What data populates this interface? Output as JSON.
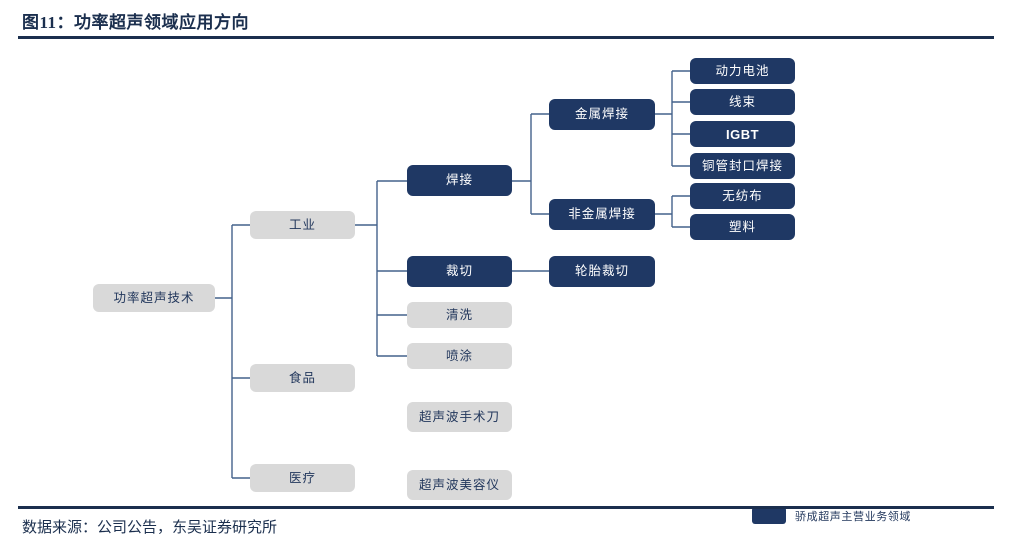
{
  "header": {
    "title": "图11：功率超声领域应用方向"
  },
  "footer": {
    "source": "数据来源：公司公告，东吴证券研究所"
  },
  "legend": {
    "swatch_color": "#1f3864",
    "label": "骄成超声主营业务领域"
  },
  "colors": {
    "navy": "#1f3864",
    "gray": "#d9d9d9",
    "gray_text": "#22375c",
    "connector": "#44628c",
    "rule": "#1b2f4e"
  },
  "nodes": {
    "root": {
      "label": "功率超声技术",
      "style": "gray"
    },
    "industry": {
      "label": "工业",
      "style": "gray"
    },
    "food": {
      "label": "食品",
      "style": "gray"
    },
    "medical": {
      "label": "医疗",
      "style": "gray"
    },
    "welding": {
      "label": "焊接",
      "style": "navy"
    },
    "cutting": {
      "label": "裁切",
      "style": "navy"
    },
    "cleaning": {
      "label": "清洗",
      "style": "gray"
    },
    "spraying": {
      "label": "喷涂",
      "style": "gray"
    },
    "metal_welding": {
      "label": "金属焊接",
      "style": "navy"
    },
    "nonmetal_welding": {
      "label": "非金属焊接",
      "style": "navy"
    },
    "tire_cutting": {
      "label": "轮胎裁切",
      "style": "navy"
    },
    "power_battery": {
      "label": "动力电池",
      "style": "navy"
    },
    "wire_harness": {
      "label": "线束",
      "style": "navy"
    },
    "igbt": {
      "label": "IGBT",
      "style": "navy"
    },
    "copper_tube_sealing": {
      "label": "铜管封口焊接",
      "style": "navy"
    },
    "nonwoven": {
      "label": "无纺布",
      "style": "navy"
    },
    "plastic": {
      "label": "塑料",
      "style": "navy"
    },
    "ultrasonic_scalpel": {
      "label": "超声波手术刀",
      "style": "gray"
    },
    "beauty_device": {
      "label": "超声波美容仪",
      "style": "gray"
    }
  }
}
